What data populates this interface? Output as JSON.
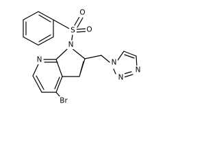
{
  "molecule": {
    "atoms": {
      "s": "S",
      "o_top": "O",
      "o_bottom": "O",
      "n_indole": "N",
      "n_pyridine": "N",
      "br": "Br",
      "n_tri_1": "N",
      "n_tri_2": "N",
      "n_tri_3": "N"
    }
  },
  "colors": {
    "ink": "#000000",
    "background": "#ffffff"
  }
}
